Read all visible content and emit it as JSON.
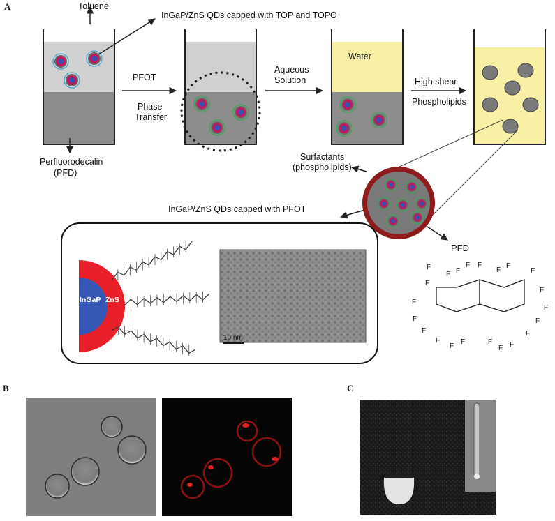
{
  "panels": {
    "a": "A",
    "b": "B",
    "c": "C"
  },
  "labels": {
    "toluene": "Toluene",
    "qd_top": "InGaP/ZnS QDs capped with TOP and TOPO",
    "pfd_line1": "Perfluorodecalin",
    "pfd_line2": "(PFD)",
    "pfot": "PFOT",
    "phase_line1": "Phase",
    "phase_line2": "Transfer",
    "aqueous_line1": "Aqueous",
    "aqueous_line2": "Solution",
    "water": "Water",
    "high_shear": "High shear",
    "phospholipids": "Phospholipids",
    "surfactants_line1": "Surfactants",
    "surfactants_line2": "(phospholipids)",
    "qd_pfot": "InGaP/ZnS QDs capped with PFOT",
    "pfd": "PFD",
    "ingap": "InGaP",
    "zns": "ZnS",
    "scale": "10 nm",
    "fluorine": "F"
  },
  "colors": {
    "toluene_layer": "#d0d0d0",
    "pfd_layer": "#8c8c8c",
    "water_layer": "#f8f1a5",
    "droplet": "#7a7a7a",
    "surfactant_shell": "#8e1c1c",
    "qd_core": "#3a4fb0",
    "qd_shell": "#c2185b",
    "qd_ligand": "#3aa655",
    "zns_shell": "#e8202a",
    "ingap_core": "#3557b5",
    "fluorescence": "#d81e1e"
  }
}
